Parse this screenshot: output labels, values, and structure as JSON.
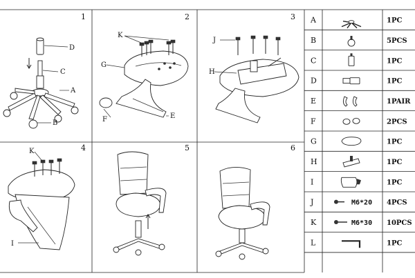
{
  "steps": [
    "1",
    "2",
    "3",
    "4",
    "5",
    "6"
  ],
  "step1": {
    "labels": {
      "D": "D",
      "C": "C",
      "A": "A",
      "B": "B"
    }
  },
  "step2": {
    "labels": {
      "K": "K",
      "G": "G",
      "F": "F",
      "E": "E"
    }
  },
  "step3": {
    "labels": {
      "J": "J",
      "H": "H"
    }
  },
  "step4": {
    "labels": {
      "K": "K",
      "I": "I"
    }
  },
  "parts": [
    {
      "letter": "A",
      "qty": "1PC",
      "spec": "",
      "icon": "star-base-icon"
    },
    {
      "letter": "B",
      "qty": "5PCS",
      "spec": "",
      "icon": "caster-icon"
    },
    {
      "letter": "C",
      "qty": "1PC",
      "spec": "",
      "icon": "gas-lift-icon"
    },
    {
      "letter": "D",
      "qty": "1PC",
      "spec": "",
      "icon": "lift-cover-icon"
    },
    {
      "letter": "E",
      "qty": "1PAIR",
      "spec": "",
      "icon": "armrest-icon"
    },
    {
      "letter": "F",
      "qty": "2PCS",
      "spec": "",
      "icon": "cover-cap-icon"
    },
    {
      "letter": "G",
      "qty": "1PC",
      "spec": "",
      "icon": "seat-icon"
    },
    {
      "letter": "H",
      "qty": "1PC",
      "spec": "",
      "icon": "mechanism-icon"
    },
    {
      "letter": "I",
      "qty": "1PC",
      "spec": "",
      "icon": "backrest-icon"
    },
    {
      "letter": "J",
      "qty": "4PCS",
      "spec": "M6*20",
      "icon": "short-bolt-icon"
    },
    {
      "letter": "K",
      "qty": "10PCS",
      "spec": "M6*30",
      "icon": "long-bolt-icon"
    },
    {
      "letter": "L",
      "qty": "1PC",
      "spec": "",
      "icon": "allen-key-icon"
    }
  ]
}
